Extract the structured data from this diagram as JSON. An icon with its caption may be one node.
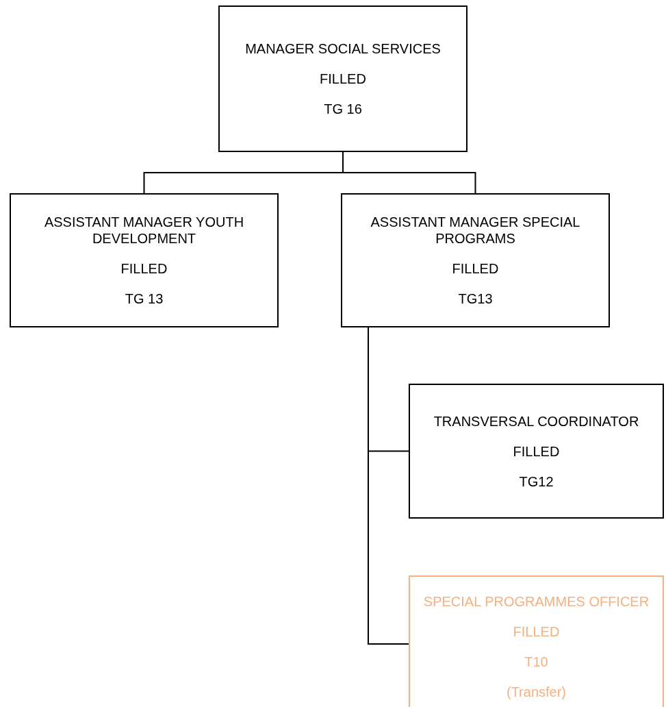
{
  "diagram": {
    "nodes": [
      {
        "text": [
          "MANAGER SOCIAL SERVICES",
          "FILLED",
          "TG 16"
        ]
      },
      {
        "text": [
          "ASSISTANT MANAGER YOUTH DEVELOPMENT",
          "FILLED",
          "TG 13"
        ]
      },
      {
        "text": [
          "ASSISTANT MANAGER SPECIAL PROGRAMS",
          "FILLED",
          "TG13"
        ]
      },
      {
        "text": [
          "TRANSVERSAL COORDINATOR",
          "FILLED",
          "TG12"
        ]
      },
      {
        "text": [
          "SPECIAL PROGRAMMES OFFICER",
          "FILLED",
          "T10",
          "(Transfer)"
        ]
      }
    ],
    "edges": [
      {
        "from": 0,
        "to": 1,
        "arrow": "none"
      },
      {
        "from": 0,
        "to": 2,
        "arrow": "none"
      },
      {
        "from": 2,
        "to": 3,
        "arrow": "none"
      },
      {
        "from": 2,
        "to": 4,
        "arrow": "none",
        "color": "#000000"
      }
    ]
  }
}
